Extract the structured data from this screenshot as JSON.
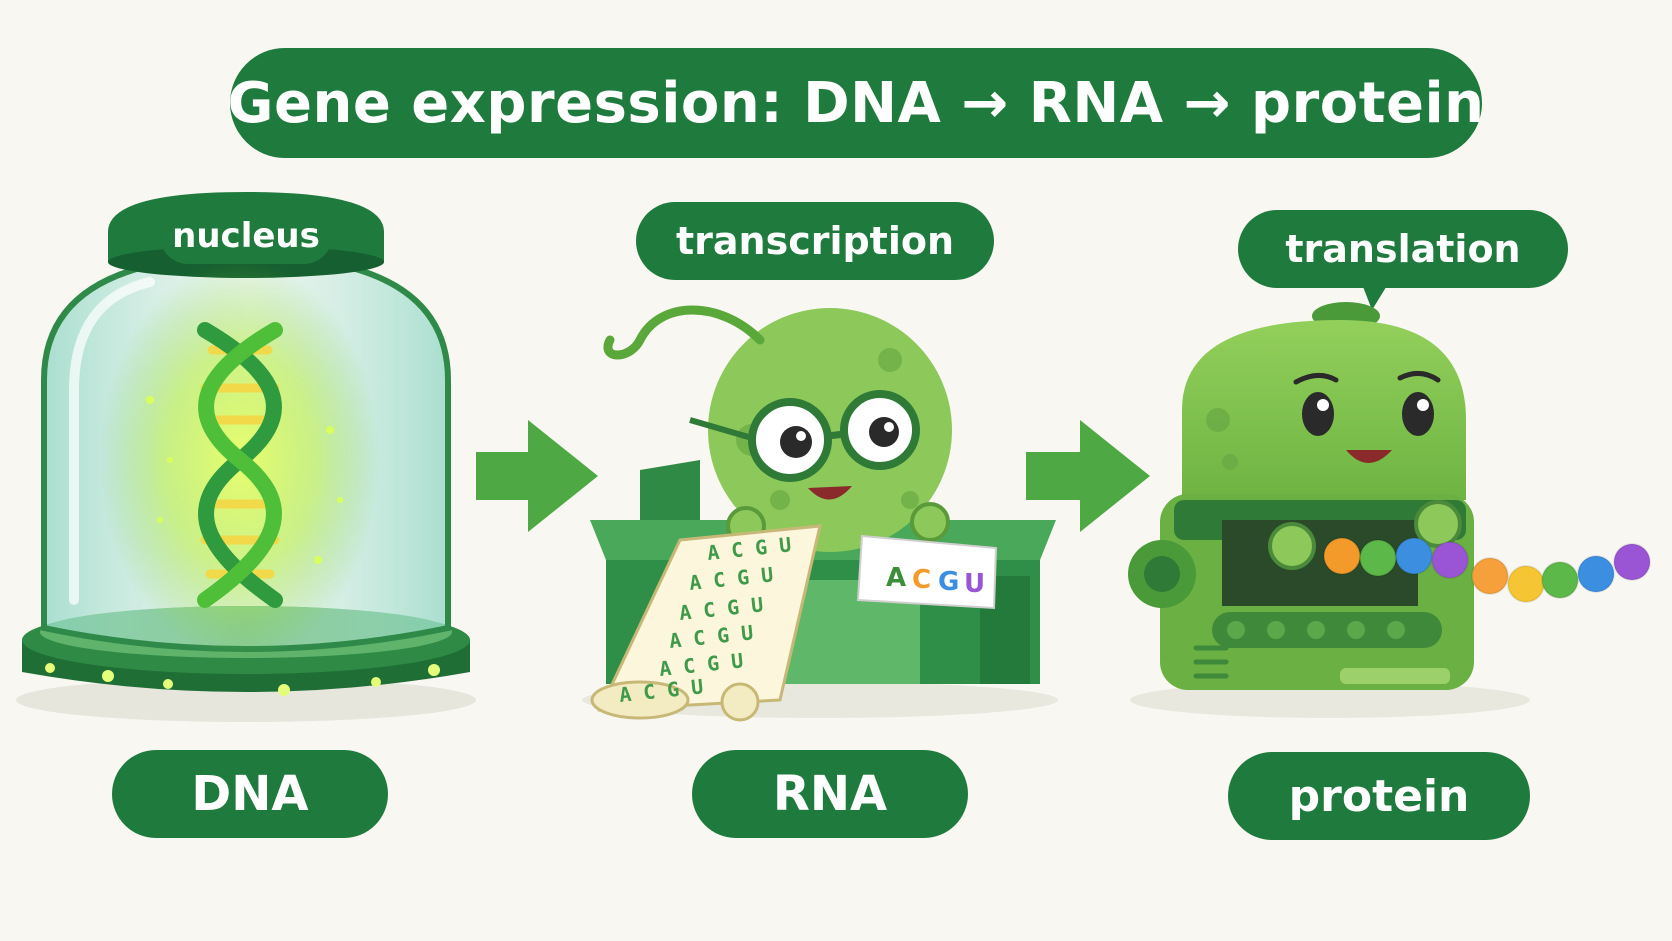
{
  "title": "Gene expression: DNA → RNA → protein",
  "stages": {
    "nucleus_label": "nucleus",
    "transcription_label": "transcription",
    "translation_label": "translation",
    "dna_label": "DNA",
    "rna_label": "RNA",
    "protein_label": "protein"
  },
  "scroll": {
    "lines": [
      "A C G U",
      "A C G U",
      "A C G U",
      "A C G U",
      "A C G U",
      "A C G U"
    ],
    "sign_letters": [
      "A",
      "C",
      "G",
      "U"
    ]
  },
  "colors": {
    "pill_green": "#1f7a3e",
    "arrow_green": "#4ea843",
    "helix_yellow": "#f2d94a",
    "bead_colors": [
      "#f39a2a",
      "#5cb848",
      "#3b8ee0",
      "#9a55d4",
      "#f5a03a",
      "#f5c534",
      "#5cb848",
      "#3b8ee0",
      "#9a55d4"
    ]
  }
}
